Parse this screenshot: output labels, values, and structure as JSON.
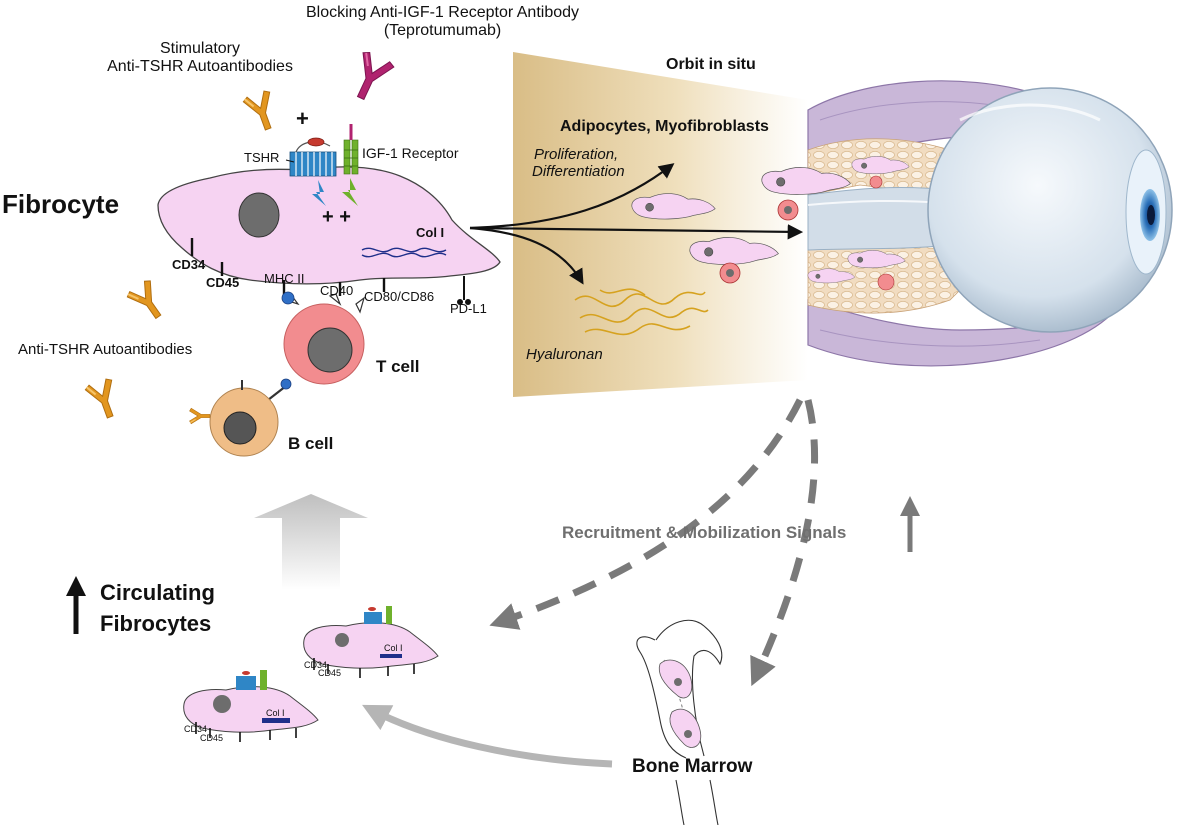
{
  "labels": {
    "blocking_antibody_line1": "Blocking Anti-IGF-1 Receptor Antibody",
    "blocking_antibody_line2": "(Teprotumumab)",
    "stimulatory_line1": "Stimulatory",
    "stimulatory_line2": "Anti-TSHR Autoantibodies",
    "orbit_in_situ": "Orbit in situ",
    "adipocytes": "Adipocytes, Myofibroblasts",
    "proliferation_line1": "Proliferation,",
    "proliferation_line2": "Differentiation",
    "tshr": "TSHR",
    "igf1_receptor": "IGF-1 Receptor",
    "fibrocyte": "Fibrocyte",
    "col_i": "Col I",
    "plus_one": "+",
    "plus_two": "+ +",
    "cd34": "CD34",
    "cd45": "CD45",
    "mhc_ii": "MHC II",
    "cd40": "CD40",
    "cd80_cd86": "CD80/CD86",
    "pd_l1": "PD-L1",
    "anti_tshr_autoantibodies": "Anti-TSHR Autoantibodies",
    "t_cell": "T cell",
    "b_cell": "B cell",
    "hyaluronan": "Hyaluronan",
    "recruitment": "Recruitment & Mobilization Signals",
    "circulating_line1": "Circulating",
    "circulating_line2": "Fibrocytes",
    "bone_marrow": "Bone Marrow",
    "small_col_i_a": "Col I",
    "small_cd34_a": "CD34",
    "small_cd45_a": "CD45",
    "small_col_i_b": "Col I",
    "small_cd34_b": "CD34",
    "small_cd45_b": "CD45"
  },
  "colors": {
    "fibrocyte_fill": "#f6d3f2",
    "antibody_orange": "#e2961f",
    "antibody_magenta": "#b0236f",
    "t_cell_pink": "#f28c8f",
    "b_cell_tan": "#efbd87",
    "nucleus_grey": "#6d6d6d",
    "tshr_blue": "#2f86c6",
    "igf1r_green": "#6fb12c",
    "hyaluronan_gold": "#d6a21f",
    "orbit_sclera": "#d8e4ef",
    "arrow_grey": "#7a7a7a"
  }
}
